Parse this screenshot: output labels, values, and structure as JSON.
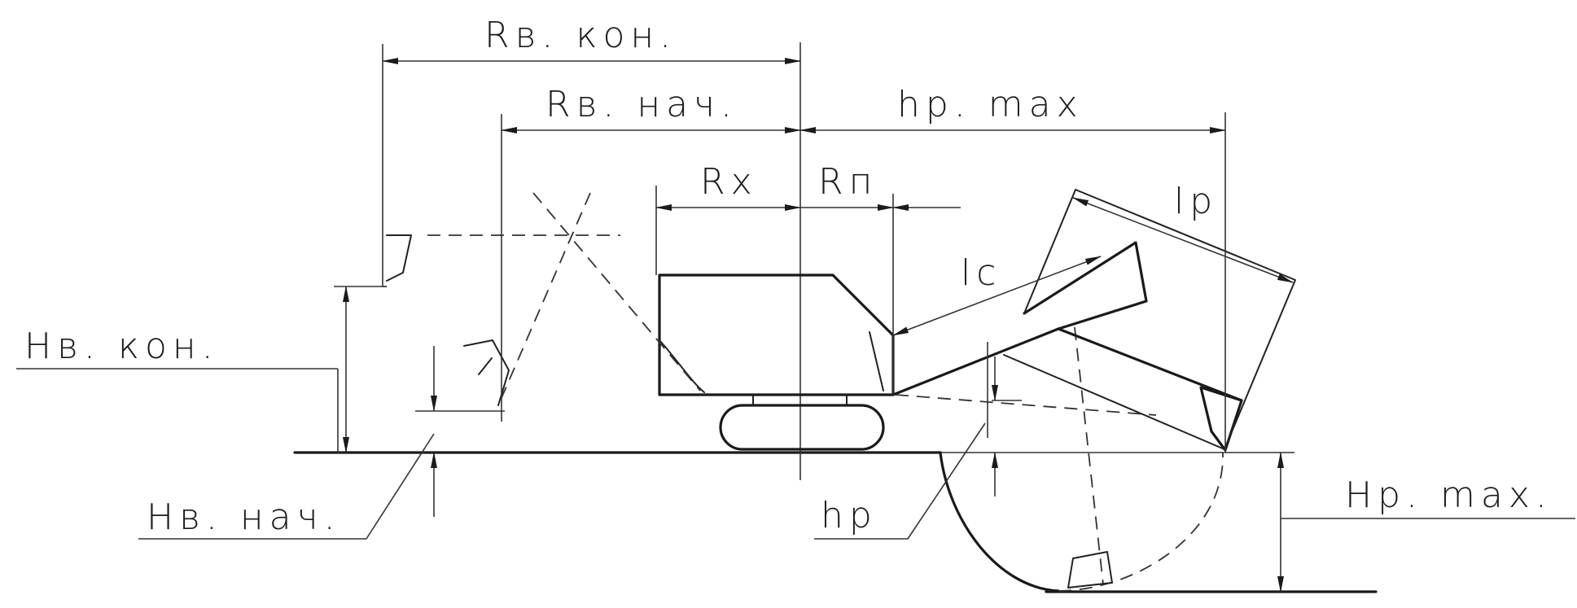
{
  "diagram": {
    "labels": {
      "rv_kon": "Rв. кон.",
      "rv_nach": "Rв. нач.",
      "hr_max_top": "hр. max",
      "rx": "Rx",
      "rp": "Rп",
      "lp": "lр",
      "lc": "lс",
      "hv_kon": "Hв. кон.",
      "hv_nach": "Hв. нач.",
      "hr": "hр",
      "hr_max_right": "Hр. max."
    },
    "colors": {
      "ink": "#1b1b1b",
      "background": "#ffffff"
    }
  }
}
